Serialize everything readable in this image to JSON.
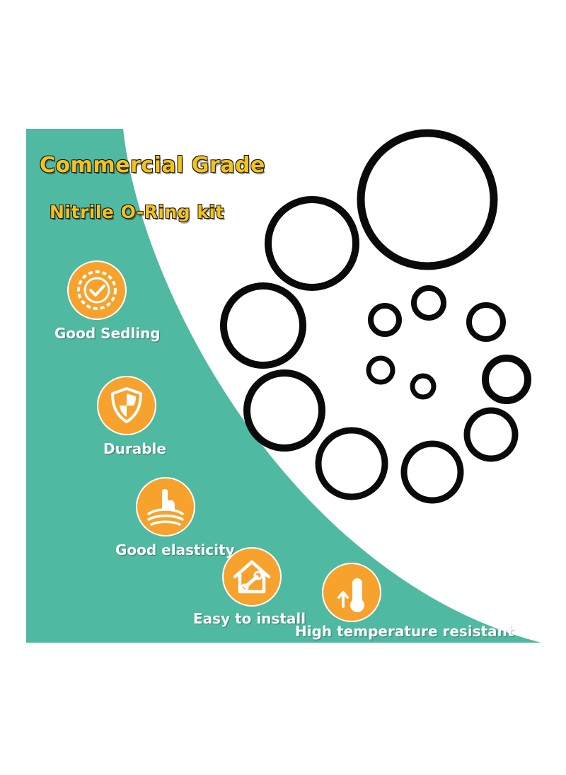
{
  "heading": {
    "line1": "Commercial Grade",
    "line2": "Nitrile O-Ring kit"
  },
  "features": [
    {
      "label": "Good Sedling",
      "icon": "seal-badge-check-icon"
    },
    {
      "label": "Durable",
      "icon": "shield-icon"
    },
    {
      "label": "Good elasticity",
      "icon": "finger-press-elastic-icon"
    },
    {
      "label": "Easy to install",
      "icon": "house-wrench-icon"
    },
    {
      "label": "High temperature resistant",
      "icon": "thermometer-icon"
    }
  ],
  "colors": {
    "panel": "#4fb9a1",
    "badge_orange": "#f7a22d",
    "title_yellow": "#f5c21b",
    "ring": "#0a0a0a"
  }
}
